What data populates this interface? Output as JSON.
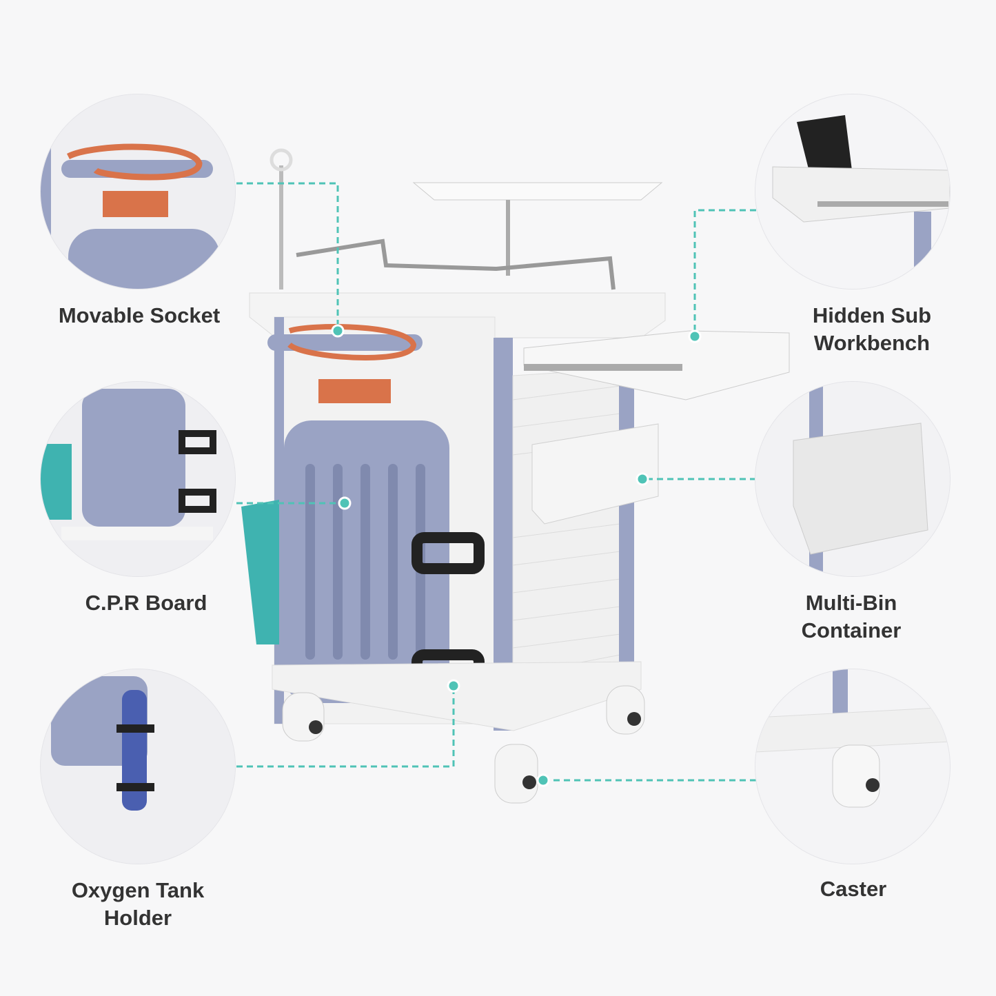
{
  "features": {
    "movable_socket": "Movable Socket",
    "cpr_board": "C.P.R Board",
    "oxygen_tank_holder": [
      "Oxygen Tank",
      "Holder"
    ],
    "hidden_sub_workbench": [
      "Hidden Sub",
      "Workbench"
    ],
    "multi_bin_container": [
      "Multi-Bin",
      "Container"
    ],
    "caster": "Caster"
  },
  "colors": {
    "accent": "#4fc3b6",
    "panel": "#9aa3c4",
    "cord": "#d9734a",
    "bin": "#3fb3b0",
    "text": "#333333"
  }
}
